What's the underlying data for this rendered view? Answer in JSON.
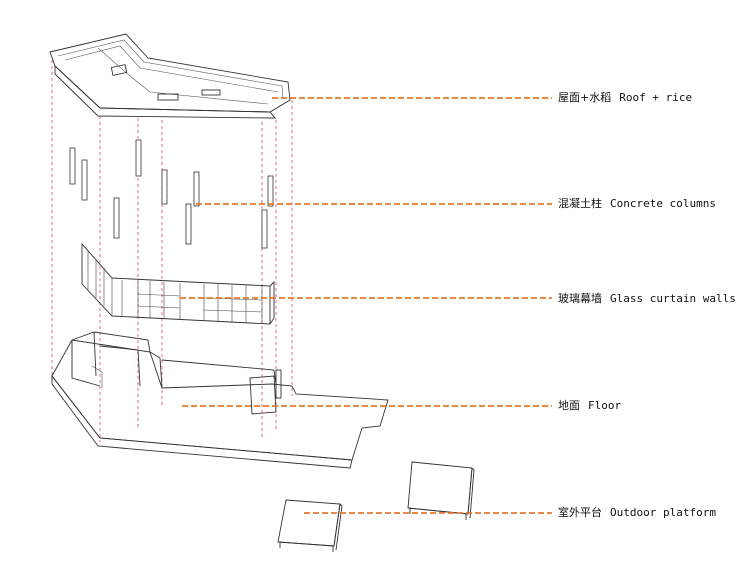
{
  "labels": [
    {
      "id": "roof",
      "cn": "屋面+水稻",
      "en": "Roof + rice"
    },
    {
      "id": "columns",
      "cn": "混凝土柱",
      "en": "Concrete columns"
    },
    {
      "id": "glass",
      "cn": "玻璃幕墙",
      "en": "Glass curtain walls"
    },
    {
      "id": "floor",
      "cn": "地面",
      "en": "Floor"
    },
    {
      "id": "platform",
      "cn": "室外平台",
      "en": "Outdoor platform"
    }
  ],
  "colors": {
    "leader": "#e57a2c",
    "projection": "#d6334a",
    "linework": "#333333"
  }
}
